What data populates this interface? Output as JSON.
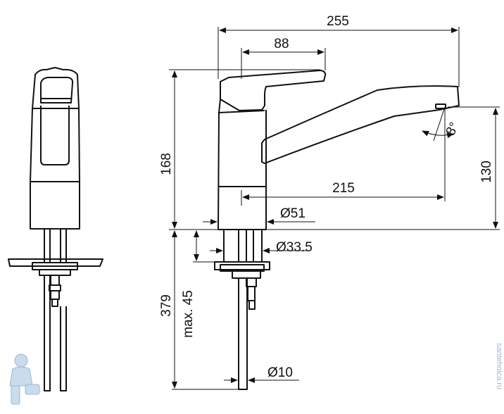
{
  "dimensions": {
    "overall_width": "255",
    "handle_length": "88",
    "spout_reach": "215",
    "body_height": "168",
    "spout_height": "130",
    "body_diameter": "Ø51",
    "shank_diameter": "Ø33.5",
    "hose_length": "379",
    "max_counter_thickness": "max. 45",
    "hose_diameter": "Ø10",
    "swivel_angle": "8°"
  },
  "watermark": "santehnica.ru"
}
